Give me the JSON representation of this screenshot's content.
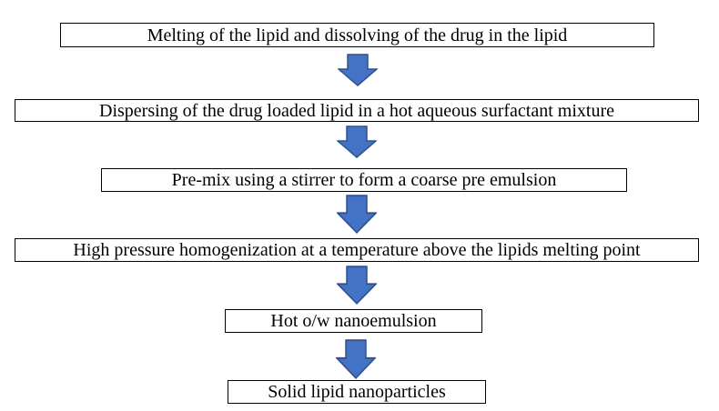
{
  "flowchart": {
    "steps": [
      "Melting of the lipid and dissolving of the drug in the lipid",
      "Dispersing of the drug loaded lipid in a hot aqueous surfactant mixture",
      "Pre-mix using a stirrer to form a coarse pre emulsion",
      "High pressure homogenization at a temperature above the lipids melting point",
      "Hot o/w nanoemulsion",
      "Solid lipid nanoparticles"
    ],
    "arrow_color": "#4472C4",
    "arrow_outline": "#2F528F",
    "arrow_icon": "down-arrow-icon"
  }
}
